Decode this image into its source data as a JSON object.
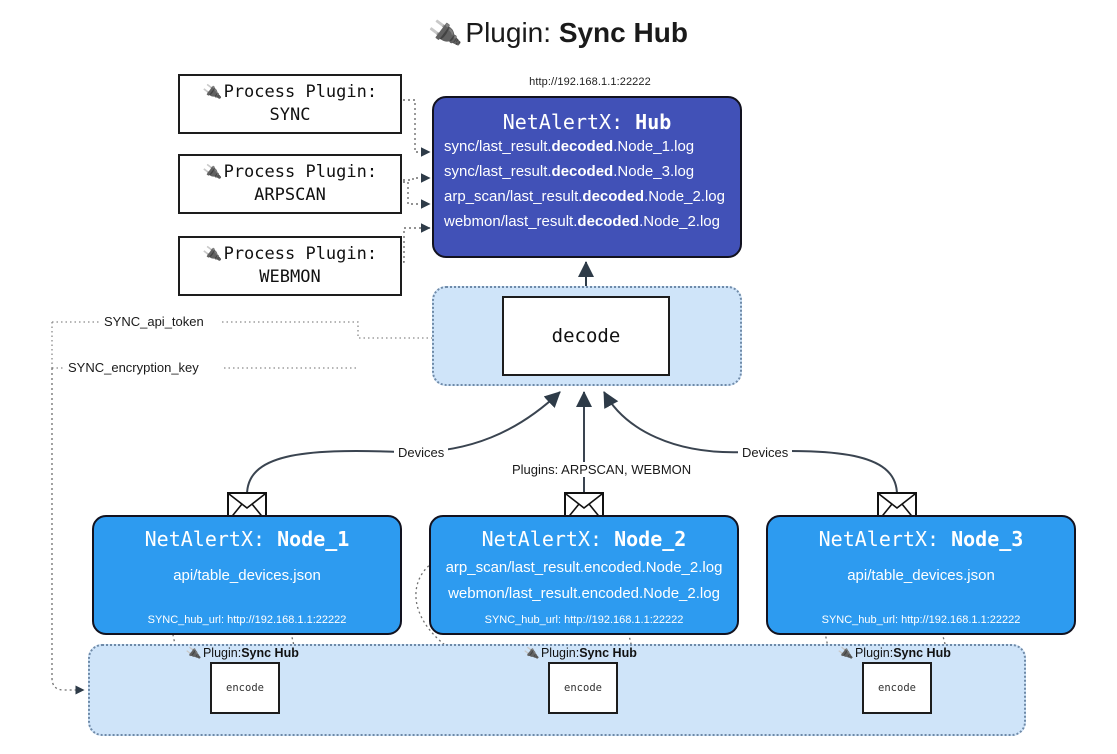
{
  "title": {
    "icon": "plug-icon",
    "prefix": "Plugin: ",
    "name": "Sync Hub"
  },
  "hub": {
    "url_label": "http://192.168.1.1:22222",
    "title_prefix": "NetAlertX: ",
    "title_name": "Hub",
    "lines": [
      {
        "pre": "sync/last_result.",
        "bold": "decoded",
        "post": ".Node_1.log"
      },
      {
        "pre": "sync/last_result.",
        "bold": "decoded",
        "post": ".Node_3.log"
      },
      {
        "pre": "arp_scan/last_result.",
        "bold": "decoded",
        "post": ".Node_2.log"
      },
      {
        "pre": "webmon/last_result.",
        "bold": "decoded",
        "post": ".Node_2.log"
      }
    ]
  },
  "process_plugins": [
    {
      "icon": "plug-icon",
      "label": "Process Plugin:",
      "name": "SYNC"
    },
    {
      "icon": "plug-icon",
      "label": "Process Plugin:",
      "name": "ARPSCAN"
    },
    {
      "icon": "plug-icon",
      "label": "Process Plugin:",
      "name": "WEBMON"
    }
  ],
  "decode": {
    "label": "decode"
  },
  "settings_edges": [
    {
      "label": "SYNC_api_token"
    },
    {
      "label": "SYNC_encryption_key"
    }
  ],
  "flow_labels": {
    "devices_left": "Devices",
    "plugins_center": "Plugins: ARPSCAN, WEBMON",
    "devices_right": "Devices"
  },
  "nodes": [
    {
      "title_prefix": "NetAlertX: ",
      "title_name": "Node_1",
      "lines": [
        "api/table_devices.json"
      ],
      "hub_url": "SYNC_hub_url: http://192.168.1.1:22222"
    },
    {
      "title_prefix": "NetAlertX: ",
      "title_name": "Node_2",
      "lines": [
        "arp_scan/last_result.encoded.Node_2.log",
        "webmon/last_result.encoded.Node_2.log"
      ],
      "hub_url": "SYNC_hub_url: http://192.168.1.1:22222"
    },
    {
      "title_prefix": "NetAlertX: ",
      "title_name": "Node_3",
      "lines": [
        "api/table_devices.json"
      ],
      "hub_url": "SYNC_hub_url: http://192.168.1.1:22222"
    }
  ],
  "plugin_band": [
    {
      "icon": "plug-icon",
      "prefix": "Plugin: ",
      "name": "Sync Hub",
      "encode_label": "encode"
    },
    {
      "icon": "plug-icon",
      "prefix": "Plugin: ",
      "name": "Sync Hub",
      "encode_label": "encode"
    },
    {
      "icon": "plug-icon",
      "prefix": "Plugin: ",
      "name": "Sync Hub",
      "encode_label": "encode"
    }
  ],
  "colors": {
    "hub": "#4151b7",
    "node": "#2d9bf0",
    "container": "#cfe4f9",
    "stroke": "#2e3b48",
    "text": "#1a1a1a"
  }
}
